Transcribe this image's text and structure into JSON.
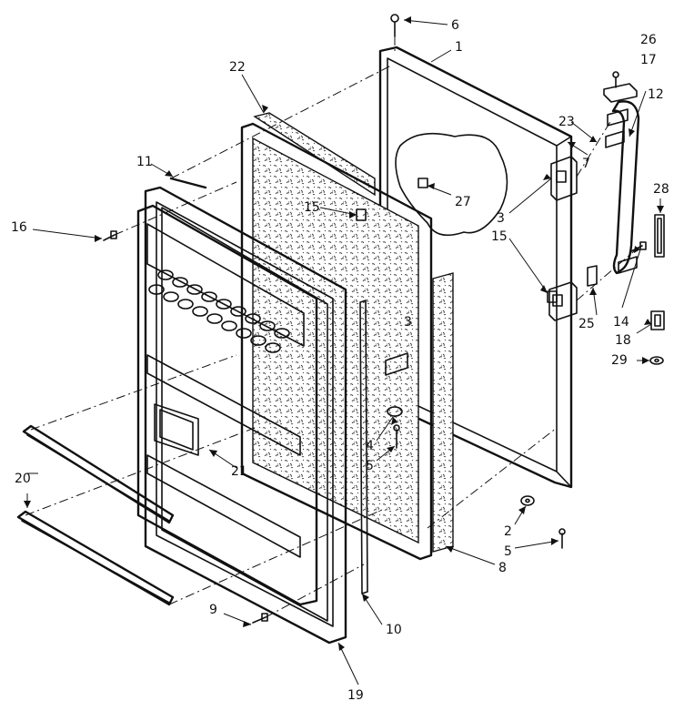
{
  "callouts": [
    {
      "id": "c1",
      "text": "1"
    },
    {
      "id": "c2",
      "text": "2"
    },
    {
      "id": "c3a",
      "text": "3"
    },
    {
      "id": "c3b",
      "text": "3"
    },
    {
      "id": "c4",
      "text": "4"
    },
    {
      "id": "c5a",
      "text": "5"
    },
    {
      "id": "c5b",
      "text": "5"
    },
    {
      "id": "c6",
      "text": "6"
    },
    {
      "id": "c7",
      "text": "7"
    },
    {
      "id": "c8",
      "text": "8"
    },
    {
      "id": "c9",
      "text": "9"
    },
    {
      "id": "c10",
      "text": "10"
    },
    {
      "id": "c11",
      "text": "11"
    },
    {
      "id": "c12",
      "text": "12"
    },
    {
      "id": "c14",
      "text": "14"
    },
    {
      "id": "c15a",
      "text": "15"
    },
    {
      "id": "c15b",
      "text": "15"
    },
    {
      "id": "c16",
      "text": "16"
    },
    {
      "id": "c17",
      "text": "17"
    },
    {
      "id": "c18",
      "text": "18"
    },
    {
      "id": "c19",
      "text": "19"
    },
    {
      "id": "c20",
      "text": "20"
    },
    {
      "id": "c21",
      "text": "21"
    },
    {
      "id": "c22",
      "text": "22"
    },
    {
      "id": "c23",
      "text": "23"
    },
    {
      "id": "c25",
      "text": "25"
    },
    {
      "id": "c26",
      "text": "26"
    },
    {
      "id": "c27",
      "text": "27"
    },
    {
      "id": "c28",
      "text": "28"
    },
    {
      "id": "c29",
      "text": "29"
    }
  ]
}
